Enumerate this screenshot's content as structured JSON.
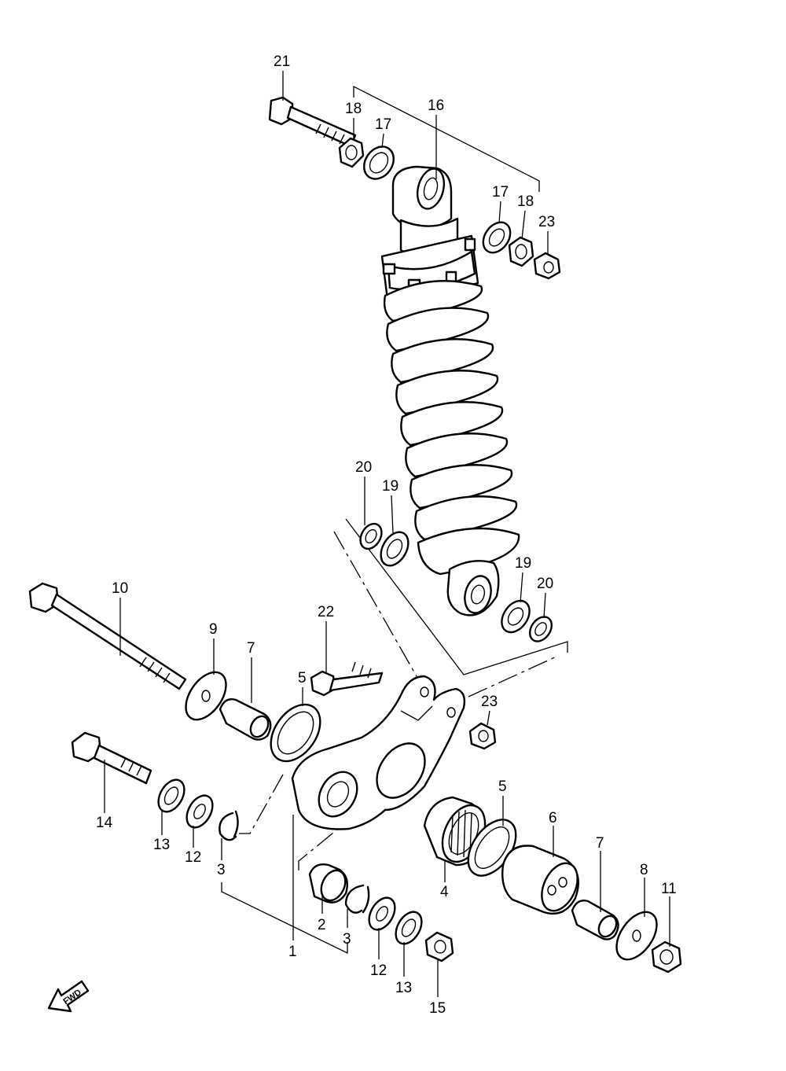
{
  "diagram": {
    "callouts": [
      "21",
      "18",
      "17",
      "16",
      "17",
      "18",
      "23",
      "20",
      "19",
      "19",
      "20",
      "10",
      "9",
      "7",
      "5",
      "22",
      "23",
      "14",
      "13",
      "12",
      "3",
      "2",
      "3",
      "1",
      "12",
      "13",
      "15",
      "4",
      "5",
      "6",
      "7",
      "8",
      "11"
    ],
    "fwd_label": "FWD"
  }
}
